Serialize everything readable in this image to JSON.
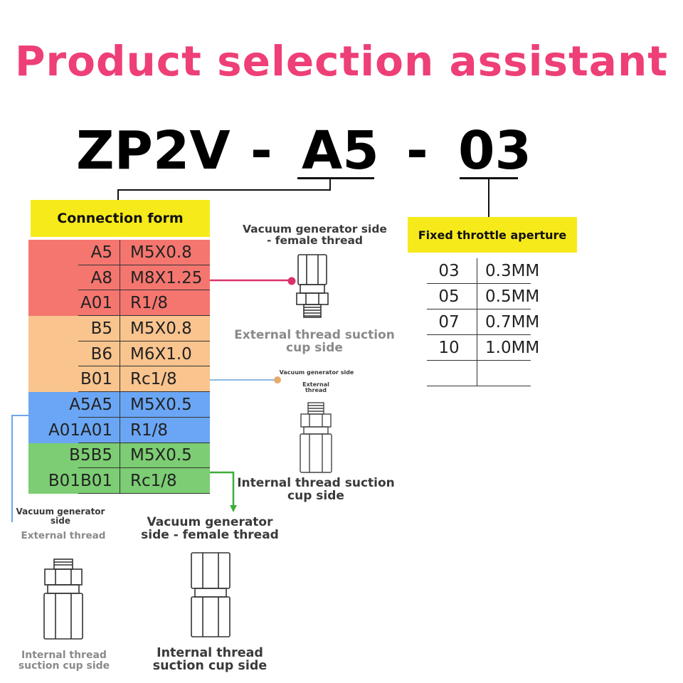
{
  "title": "Product selection assistant",
  "colors": {
    "title": "#ee3f77",
    "header_bg": "#f7ea1b",
    "group_a": "#f5766f",
    "group_b": "#f9c48e",
    "group_aa": "#6aa6f5",
    "group_bb": "#7ccd73",
    "pointer_pink": "#d9336b",
    "pointer_orange": "#e7ab6c",
    "pointer_blue": "#6aa6e8",
    "pointer_green": "#3cae3c"
  },
  "model_code": {
    "part1": "ZP2V",
    "dash1": "-",
    "part2": "A5",
    "dash2": "-",
    "part3": "03"
  },
  "connection_form": {
    "header": "Connection form",
    "rows": [
      {
        "code": "A5",
        "thread": "M5X0.8",
        "group": "a"
      },
      {
        "code": "A8",
        "thread": "M8X1.25",
        "group": "a"
      },
      {
        "code": "A01",
        "thread": "R1/8",
        "group": "a"
      },
      {
        "code": "B5",
        "thread": "M5X0.8",
        "group": "b"
      },
      {
        "code": "B6",
        "thread": "M6X1.0",
        "group": "b"
      },
      {
        "code": "B01",
        "thread": "Rc1/8",
        "group": "b"
      },
      {
        "code": "A5A5",
        "thread": "M5X0.5",
        "group": "aa"
      },
      {
        "code": "A01A01",
        "thread": "R1/8",
        "group": "aa"
      },
      {
        "code": "B5B5",
        "thread": "M5X0.5",
        "group": "bb"
      },
      {
        "code": "B01B01",
        "thread": "Rc1/8",
        "group": "bb"
      }
    ]
  },
  "throttle": {
    "header": "Fixed throttle aperture",
    "rows": [
      {
        "code": "03",
        "size": "0.3MM"
      },
      {
        "code": "05",
        "size": "0.5MM"
      },
      {
        "code": "07",
        "size": "0.7MM"
      },
      {
        "code": "10",
        "size": "1.0MM"
      },
      {
        "code": "",
        "size": ""
      }
    ]
  },
  "captions": {
    "a_top": "Vacuum generator side - female thread",
    "a_bottom": "External thread suction cup side",
    "b_top": "Vacuum generator side",
    "b_sub": "External thread",
    "b_bottom": "Internal thread suction cup side",
    "aa_top": "Vacuum generator side",
    "aa_sub": "External thread",
    "aa_bottom": "Internal thread suction cup side",
    "bb_top": "Vacuum generator side - female thread",
    "bb_bottom": "Internal thread suction cup side"
  }
}
